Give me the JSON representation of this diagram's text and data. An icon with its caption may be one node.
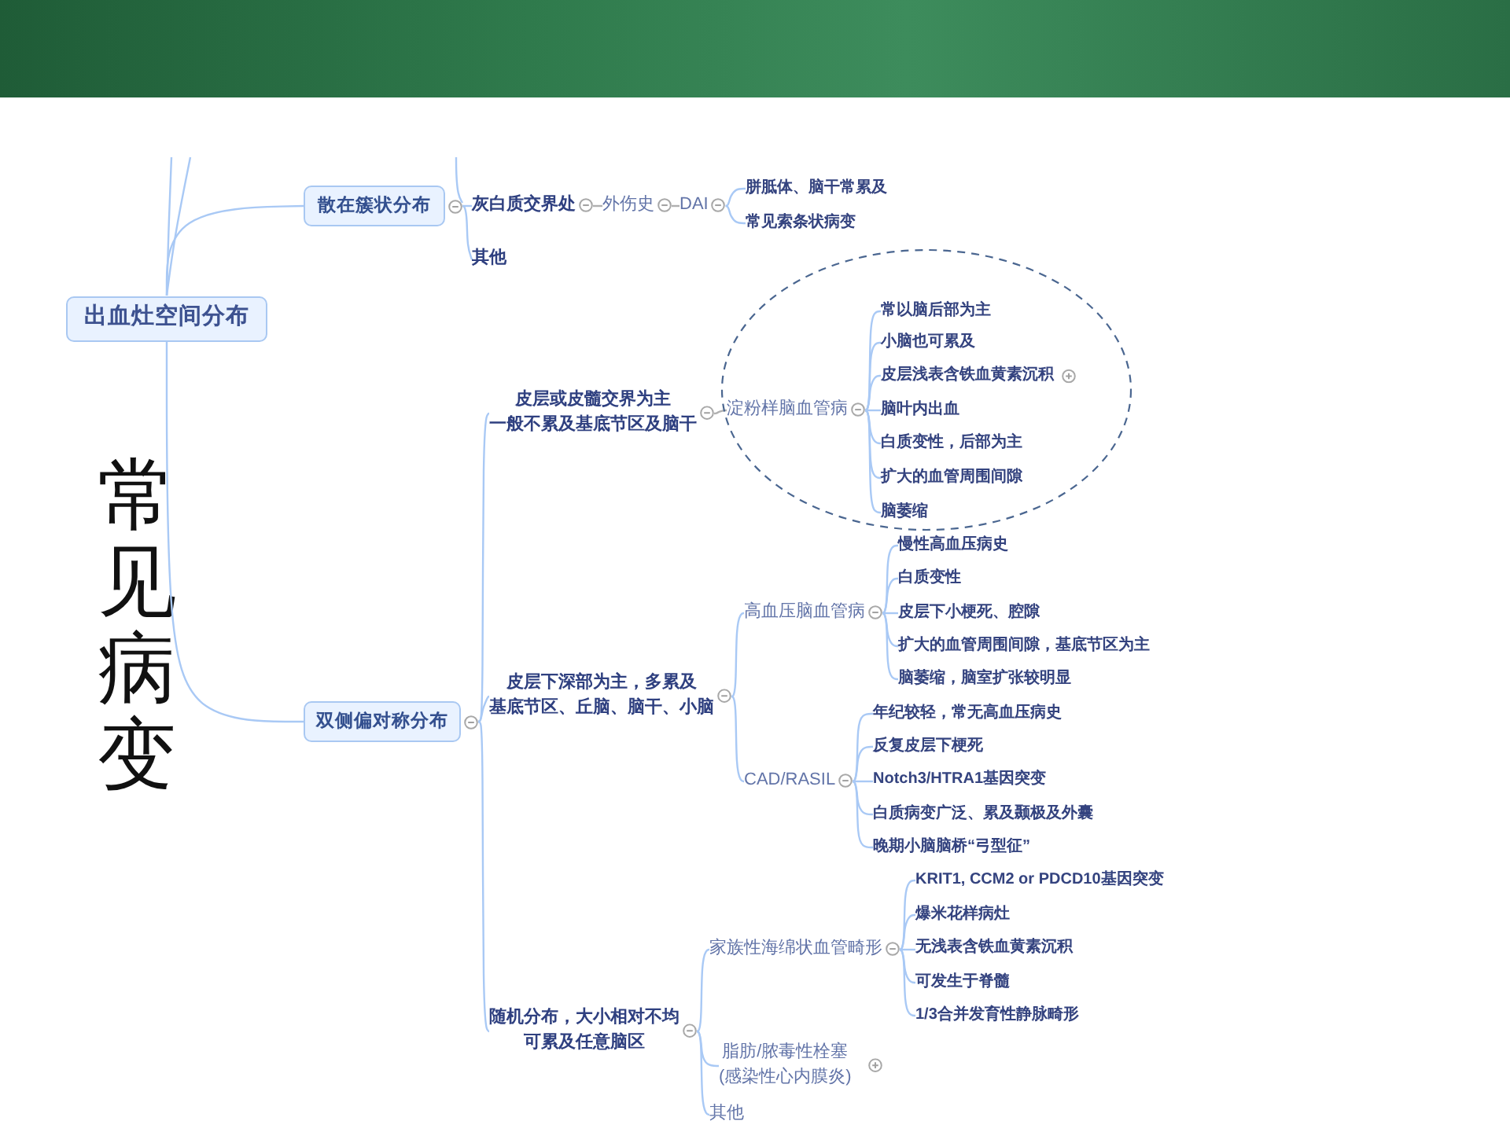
{
  "diagram": {
    "title": "常见病变",
    "nodes": [
      {
        "text": [
          "出血灶空间分布"
        ]
      },
      {
        "text": [
          "散在簇状分布"
        ]
      },
      {
        "text": [
          "灰白质交界处"
        ]
      },
      {
        "text": [
          "外伤史"
        ]
      },
      {
        "text": [
          "DAI"
        ]
      },
      {
        "text": [
          "胼胝体、脑干常累及"
        ]
      },
      {
        "text": [
          "常见索条状病变"
        ]
      },
      {
        "text": [
          "其他"
        ]
      },
      {
        "text": [
          "双侧偏对称分布"
        ]
      },
      {
        "text": [
          "皮层或皮髓交界为主一般不累及基底节区及脑干"
        ]
      },
      {
        "text": [],
        "shape": "ellipse"
      },
      {
        "text": [
          "淀粉样脑血管病"
        ],
        "in": 10
      },
      {
        "text": [
          "常以脑后部为主"
        ],
        "in": 10
      },
      {
        "text": [
          "小脑也可累及"
        ],
        "in": 10
      },
      {
        "text": [
          "皮层浅表含铁血黄素沉积"
        ],
        "in": 10
      },
      {
        "text": [
          "脑叶内出血"
        ],
        "in": 10
      },
      {
        "text": [
          "白质变性，后部为主"
        ],
        "in": 10
      },
      {
        "text": [
          "扩大的血管周围间隙"
        ],
        "in": 10
      },
      {
        "text": [
          "脑萎缩"
        ],
        "in": 10
      },
      {
        "text": [
          "皮层下深部为主，多累及基底节区、丘脑、脑干、小脑"
        ]
      },
      {
        "text": [
          "高血压脑血管病"
        ]
      },
      {
        "text": [
          "慢性高血压病史"
        ]
      },
      {
        "text": [
          "白质变性"
        ]
      },
      {
        "text": [
          "皮层下小梗死、腔隙"
        ]
      },
      {
        "text": [
          "扩大的血管周围间隙，基底节区为主"
        ]
      },
      {
        "text": [
          "脑萎缩，脑室扩张较明显"
        ]
      },
      {
        "text": [
          "CAD/RASIL"
        ]
      },
      {
        "text": [
          "年纪较轻，常无高血压病史"
        ]
      },
      {
        "text": [
          "反复皮层下梗死"
        ]
      },
      {
        "text": [
          "Notch3/HTRA1基因突变"
        ]
      },
      {
        "text": [
          "白质病变广泛、累及颞极及外囊"
        ]
      },
      {
        "text": [
          "晚期小脑脑桥“弓型征”"
        ]
      },
      {
        "text": [
          "随机分布，大小相对不均可累及任意脑区"
        ]
      },
      {
        "text": [
          "家族性海绵状血管畸形"
        ]
      },
      {
        "text": [
          "KRIT1, CCM2 or PDCD10基因突变"
        ]
      },
      {
        "text": [
          "爆米花样病灶"
        ]
      },
      {
        "text": [
          "无浅表含铁血黄素沉积"
        ]
      },
      {
        "text": [
          "可发生于脊髓"
        ]
      },
      {
        "text": [
          "1/3合并发育性静脉畸形"
        ]
      },
      {
        "text": [
          "脂肪/脓毒性栓塞(感染性心内膜炎)"
        ]
      },
      {
        "text": [
          "其他"
        ]
      }
    ],
    "edges": [
      {
        "from": 0,
        "to": 1,
        "arrow": "none"
      },
      {
        "from": 0,
        "to": 8,
        "arrow": "none"
      },
      {
        "from": 0,
        "to": null,
        "arrow": "none"
      },
      {
        "from": 0,
        "to": null,
        "arrow": "none"
      },
      {
        "from": 1,
        "to": null,
        "arrow": "none"
      },
      {
        "from": 1,
        "to": 2,
        "arrow": "none"
      },
      {
        "from": 1,
        "to": 7,
        "arrow": "none"
      },
      {
        "from": 2,
        "to": 3,
        "arrow": "none",
        "color": "#b0b0b0"
      },
      {
        "from": 3,
        "to": 4,
        "arrow": "none",
        "color": "#b0b0b0"
      },
      {
        "from": 4,
        "to": 5,
        "arrow": "none"
      },
      {
        "from": 4,
        "to": 6,
        "arrow": "none"
      },
      {
        "from": 8,
        "to": 9,
        "arrow": "none"
      },
      {
        "from": 8,
        "to": 19,
        "arrow": "none"
      },
      {
        "from": 8,
        "to": 32,
        "arrow": "none"
      },
      {
        "from": 9,
        "to": 11,
        "arrow": "none",
        "color": "#b0b0b0"
      },
      {
        "from": 11,
        "to": 12,
        "arrow": "none"
      },
      {
        "from": 11,
        "to": 13,
        "arrow": "none"
      },
      {
        "from": 11,
        "to": 14,
        "arrow": "none"
      },
      {
        "from": 11,
        "to": 15,
        "arrow": "none"
      },
      {
        "from": 11,
        "to": 16,
        "arrow": "none"
      },
      {
        "from": 11,
        "to": 17,
        "arrow": "none"
      },
      {
        "from": 11,
        "to": 18,
        "arrow": "none"
      },
      {
        "from": 19,
        "to": 20,
        "arrow": "none"
      },
      {
        "from": 19,
        "to": 26,
        "arrow": "none"
      },
      {
        "from": 20,
        "to": 21,
        "arrow": "none"
      },
      {
        "from": 20,
        "to": 22,
        "arrow": "none"
      },
      {
        "from": 20,
        "to": 23,
        "arrow": "none"
      },
      {
        "from": 20,
        "to": 24,
        "arrow": "none"
      },
      {
        "from": 20,
        "to": 25,
        "arrow": "none"
      },
      {
        "from": 26,
        "to": 27,
        "arrow": "none"
      },
      {
        "from": 26,
        "to": 28,
        "arrow": "none"
      },
      {
        "from": 26,
        "to": 29,
        "arrow": "none"
      },
      {
        "from": 26,
        "to": 30,
        "arrow": "none"
      },
      {
        "from": 26,
        "to": 31,
        "arrow": "none"
      },
      {
        "from": 32,
        "to": 33,
        "arrow": "none"
      },
      {
        "from": 32,
        "to": 39,
        "arrow": "none"
      },
      {
        "from": 32,
        "to": 40,
        "arrow": "none"
      },
      {
        "from": 33,
        "to": 34,
        "arrow": "none"
      },
      {
        "from": 33,
        "to": 35,
        "arrow": "none"
      },
      {
        "from": 33,
        "to": 36,
        "arrow": "none"
      },
      {
        "from": 33,
        "to": 37,
        "arrow": "none"
      },
      {
        "from": 33,
        "to": 38,
        "arrow": "none"
      }
    ]
  }
}
